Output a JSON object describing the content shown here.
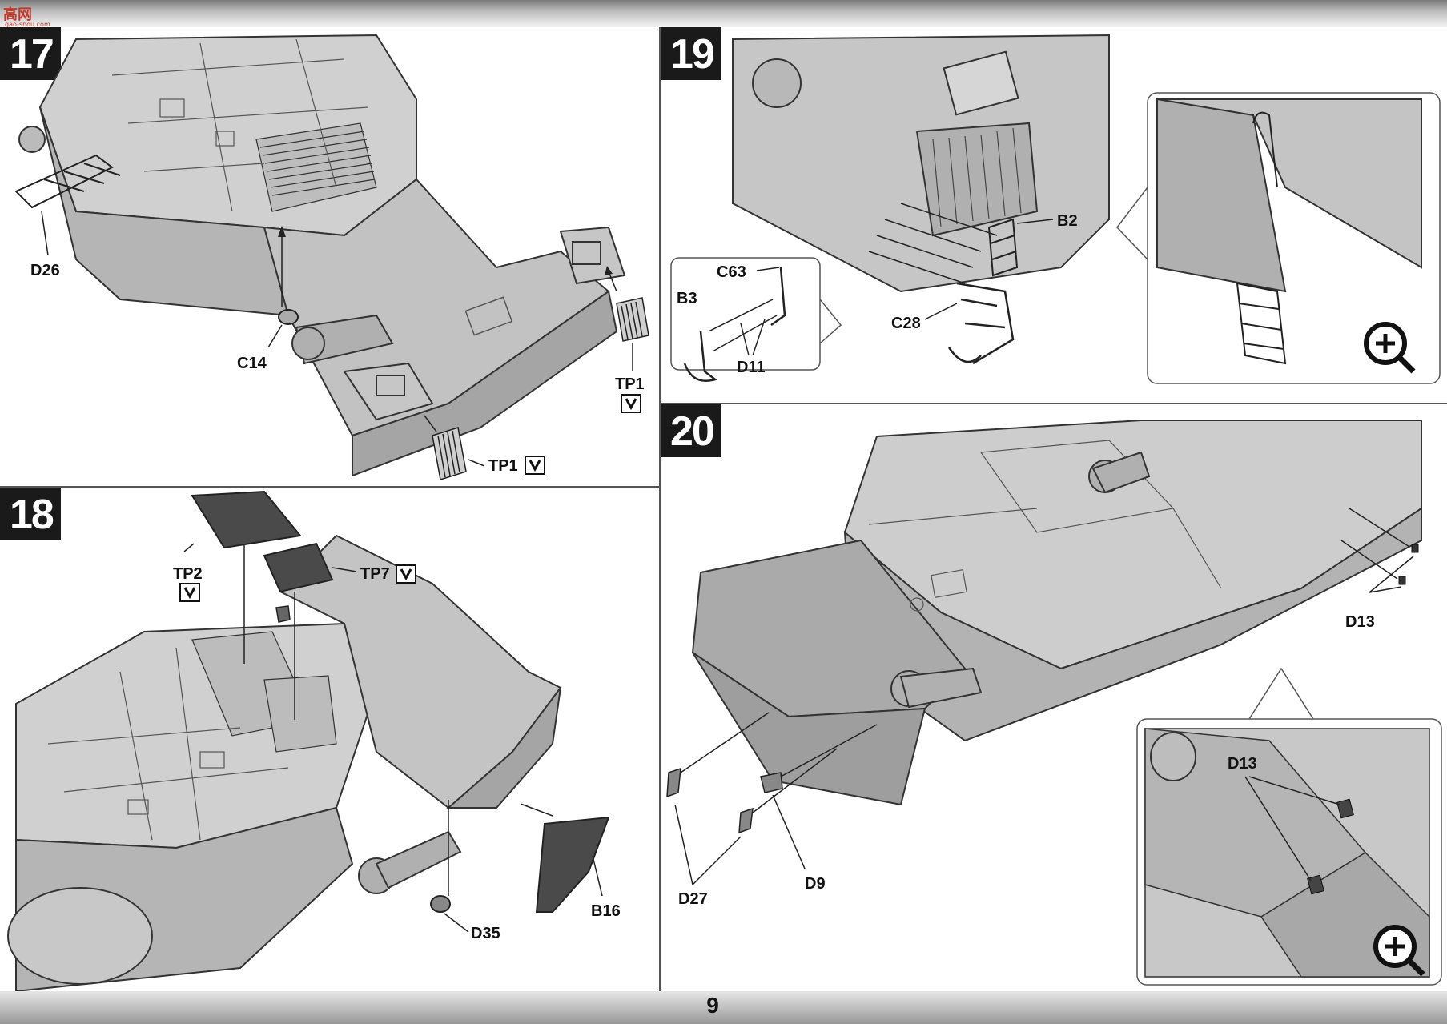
{
  "watermark": {
    "text": "高网",
    "subtext": "gao-shou.com"
  },
  "page_number": "9",
  "steps": [
    {
      "number": "17",
      "labels": {
        "d26": "D26",
        "c14": "C14",
        "tp1_top": "TP1",
        "tp1_bottom": "TP1"
      }
    },
    {
      "number": "18",
      "labels": {
        "tp2": "TP2",
        "tp7": "TP7",
        "b16": "B16",
        "d35": "D35"
      }
    },
    {
      "number": "19",
      "labels": {
        "b2": "B2",
        "c28": "C28",
        "c63": "C63",
        "b3": "B3",
        "d11": "D11"
      }
    },
    {
      "number": "20",
      "labels": {
        "d13": "D13",
        "d13_detail": "D13",
        "d27": "D27",
        "d9": "D9"
      }
    }
  ],
  "icons": {
    "zoom": "zoom-in-icon",
    "photoetch": "photo-etch-part-icon"
  },
  "colors": {
    "hull_light": "#d2d2d2",
    "hull_mid": "#b8b8b8",
    "hull_dark": "#8e8e8e",
    "ink": "#111111",
    "badge": "#1a1a1a"
  }
}
